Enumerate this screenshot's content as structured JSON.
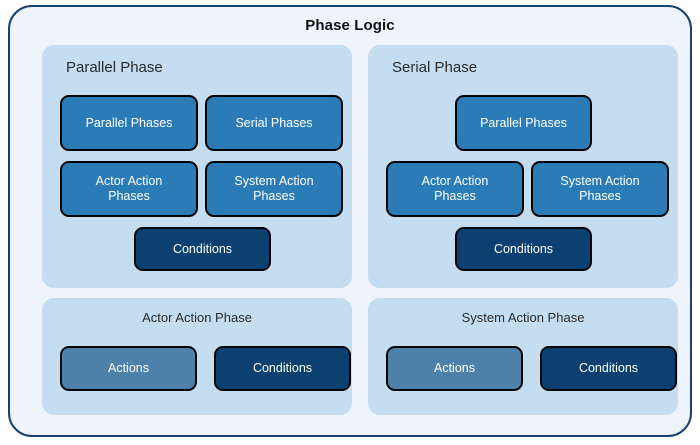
{
  "diagram": {
    "title": "Phase Logic",
    "colors": {
      "outer_border": "#17406e",
      "outer_fill": "#edf4fc",
      "panel_fill": "#c4ddf0",
      "node_mid_blue": "#2b7cb6",
      "node_dark_navy": "#0c4071",
      "node_muted_blue": "#4e81a9",
      "node_border": "#050505",
      "node_text": "#ffffff",
      "title_text": "#111111",
      "panel_title_text": "#2b2b2b"
    },
    "panels": [
      {
        "id": "parallel-phase",
        "title": "Parallel Phase",
        "title_align": "left",
        "nodes": [
          {
            "label": "Parallel Phases",
            "style": "mid"
          },
          {
            "label": "Serial Phases",
            "style": "mid"
          },
          {
            "label": "Actor Action\nPhases",
            "style": "mid"
          },
          {
            "label": "System Action\nPhases",
            "style": "mid"
          },
          {
            "label": "Conditions",
            "style": "dark"
          }
        ]
      },
      {
        "id": "serial-phase",
        "title": "Serial Phase",
        "title_align": "left",
        "nodes": [
          {
            "label": "Parallel Phases",
            "style": "mid"
          },
          {
            "label": "Actor Action\nPhases",
            "style": "mid"
          },
          {
            "label": "System Action\nPhases",
            "style": "mid"
          },
          {
            "label": "Conditions",
            "style": "dark"
          }
        ]
      },
      {
        "id": "actor-action-phase",
        "title": "Actor Action Phase",
        "title_align": "center",
        "nodes": [
          {
            "label": "Actions",
            "style": "muted"
          },
          {
            "label": "Conditions",
            "style": "dark"
          }
        ]
      },
      {
        "id": "system-action-phase",
        "title": "System Action Phase",
        "title_align": "center",
        "nodes": [
          {
            "label": "Actions",
            "style": "muted"
          },
          {
            "label": "Conditions",
            "style": "dark"
          }
        ]
      }
    ]
  }
}
